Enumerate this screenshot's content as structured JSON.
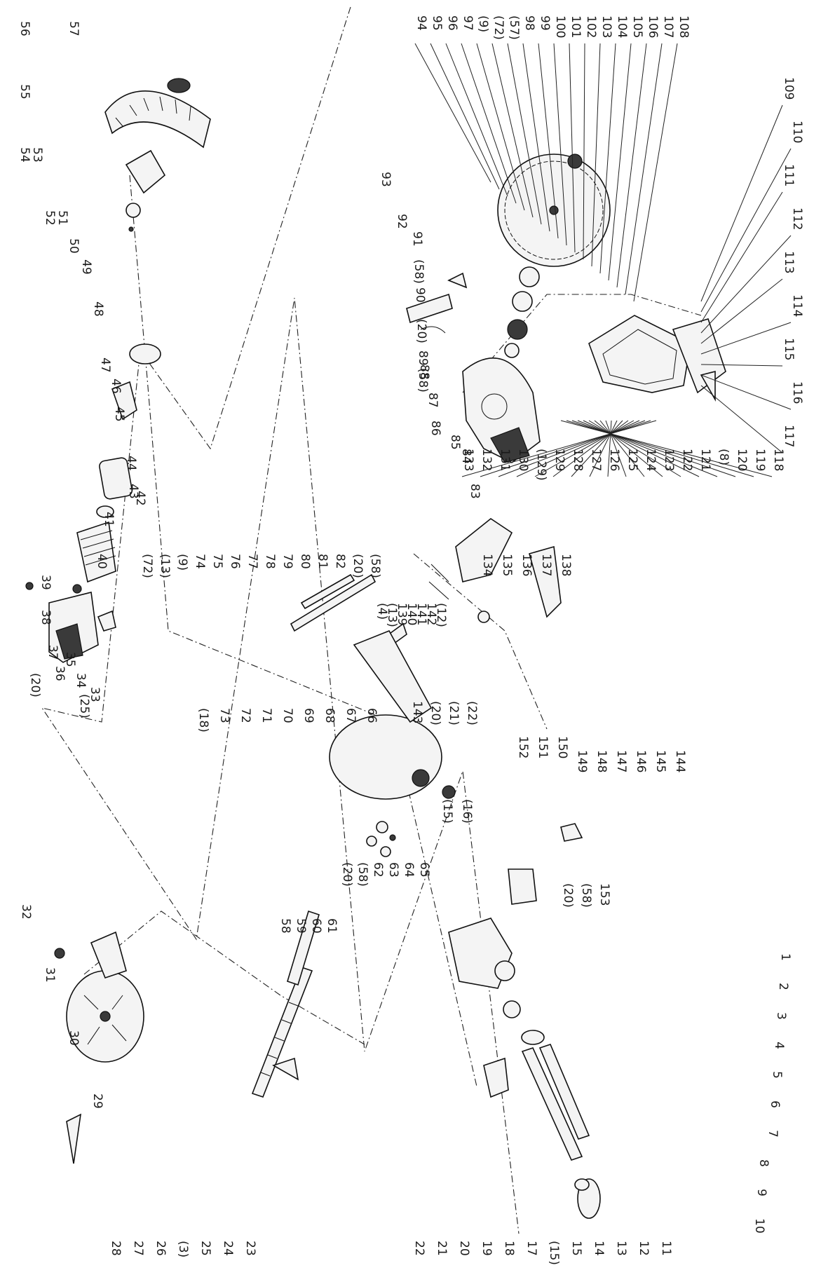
{
  "diagram": {
    "labels_top_left": [
      "56",
      "57",
      "55",
      "54",
      "53",
      "52",
      "51",
      "50",
      "49",
      "48",
      "47",
      "46",
      "45",
      "44",
      "43",
      "42",
      "41",
      "40",
      "39",
      "38",
      "37",
      "36",
      "35",
      "34",
      "33",
      "(20)",
      "(25)"
    ],
    "labels_top_right": [
      "94",
      "95",
      "96",
      "97",
      "(9)",
      "(72)",
      "(57)",
      "98",
      "99",
      "100",
      "101",
      "102",
      "103",
      "104",
      "105",
      "106",
      "107",
      "108",
      "109",
      "110",
      "111",
      "112",
      "113",
      "114",
      "115",
      "116",
      "117",
      "118",
      "119",
      "120",
      "(8)",
      "121",
      "122",
      "123",
      "124",
      "125",
      "126",
      "127",
      "128",
      "129",
      "(129)",
      "130",
      "131",
      "132",
      "133"
    ],
    "labels_center_upper": [
      "93",
      "92",
      "91",
      "(58)",
      "90",
      "(20)",
      "89",
      "(58)",
      "88",
      "87",
      "86",
      "85",
      "84",
      "83"
    ],
    "labels_center": [
      "(72)",
      "(13)",
      "(9)",
      "74",
      "75",
      "76",
      "77",
      "78",
      "79",
      "80",
      "81",
      "82",
      "(20)",
      "(58)",
      "134",
      "135",
      "136",
      "137",
      "138",
      "(4)",
      "(13)",
      "139",
      "140",
      "141",
      "142",
      "(12)",
      "143",
      "(20)",
      "(21)",
      "(22)",
      "(18)",
      "73",
      "72",
      "71",
      "70",
      "69",
      "68",
      "67",
      "66",
      "(15)",
      "(16)"
    ],
    "labels_right_mid": [
      "144",
      "145",
      "146",
      "147",
      "148",
      "149",
      "150",
      "151",
      "152",
      "(20)",
      "(58)",
      "153"
    ],
    "labels_bottom_center": [
      "65",
      "64",
      "63",
      "62",
      "(58)",
      "(20)",
      "61",
      "60",
      "59",
      "58"
    ],
    "labels_bottom_left": [
      "32",
      "31",
      "30",
      "29",
      "28",
      "27",
      "26",
      "(3)",
      "25",
      "24",
      "23"
    ],
    "labels_bottom_right": [
      "1",
      "2",
      "3",
      "4",
      "5",
      "6",
      "7",
      "8",
      "9",
      "10",
      "11",
      "12",
      "13",
      "14",
      "15",
      "(15)",
      "17",
      "18",
      "19",
      "20",
      "21",
      "22"
    ]
  }
}
